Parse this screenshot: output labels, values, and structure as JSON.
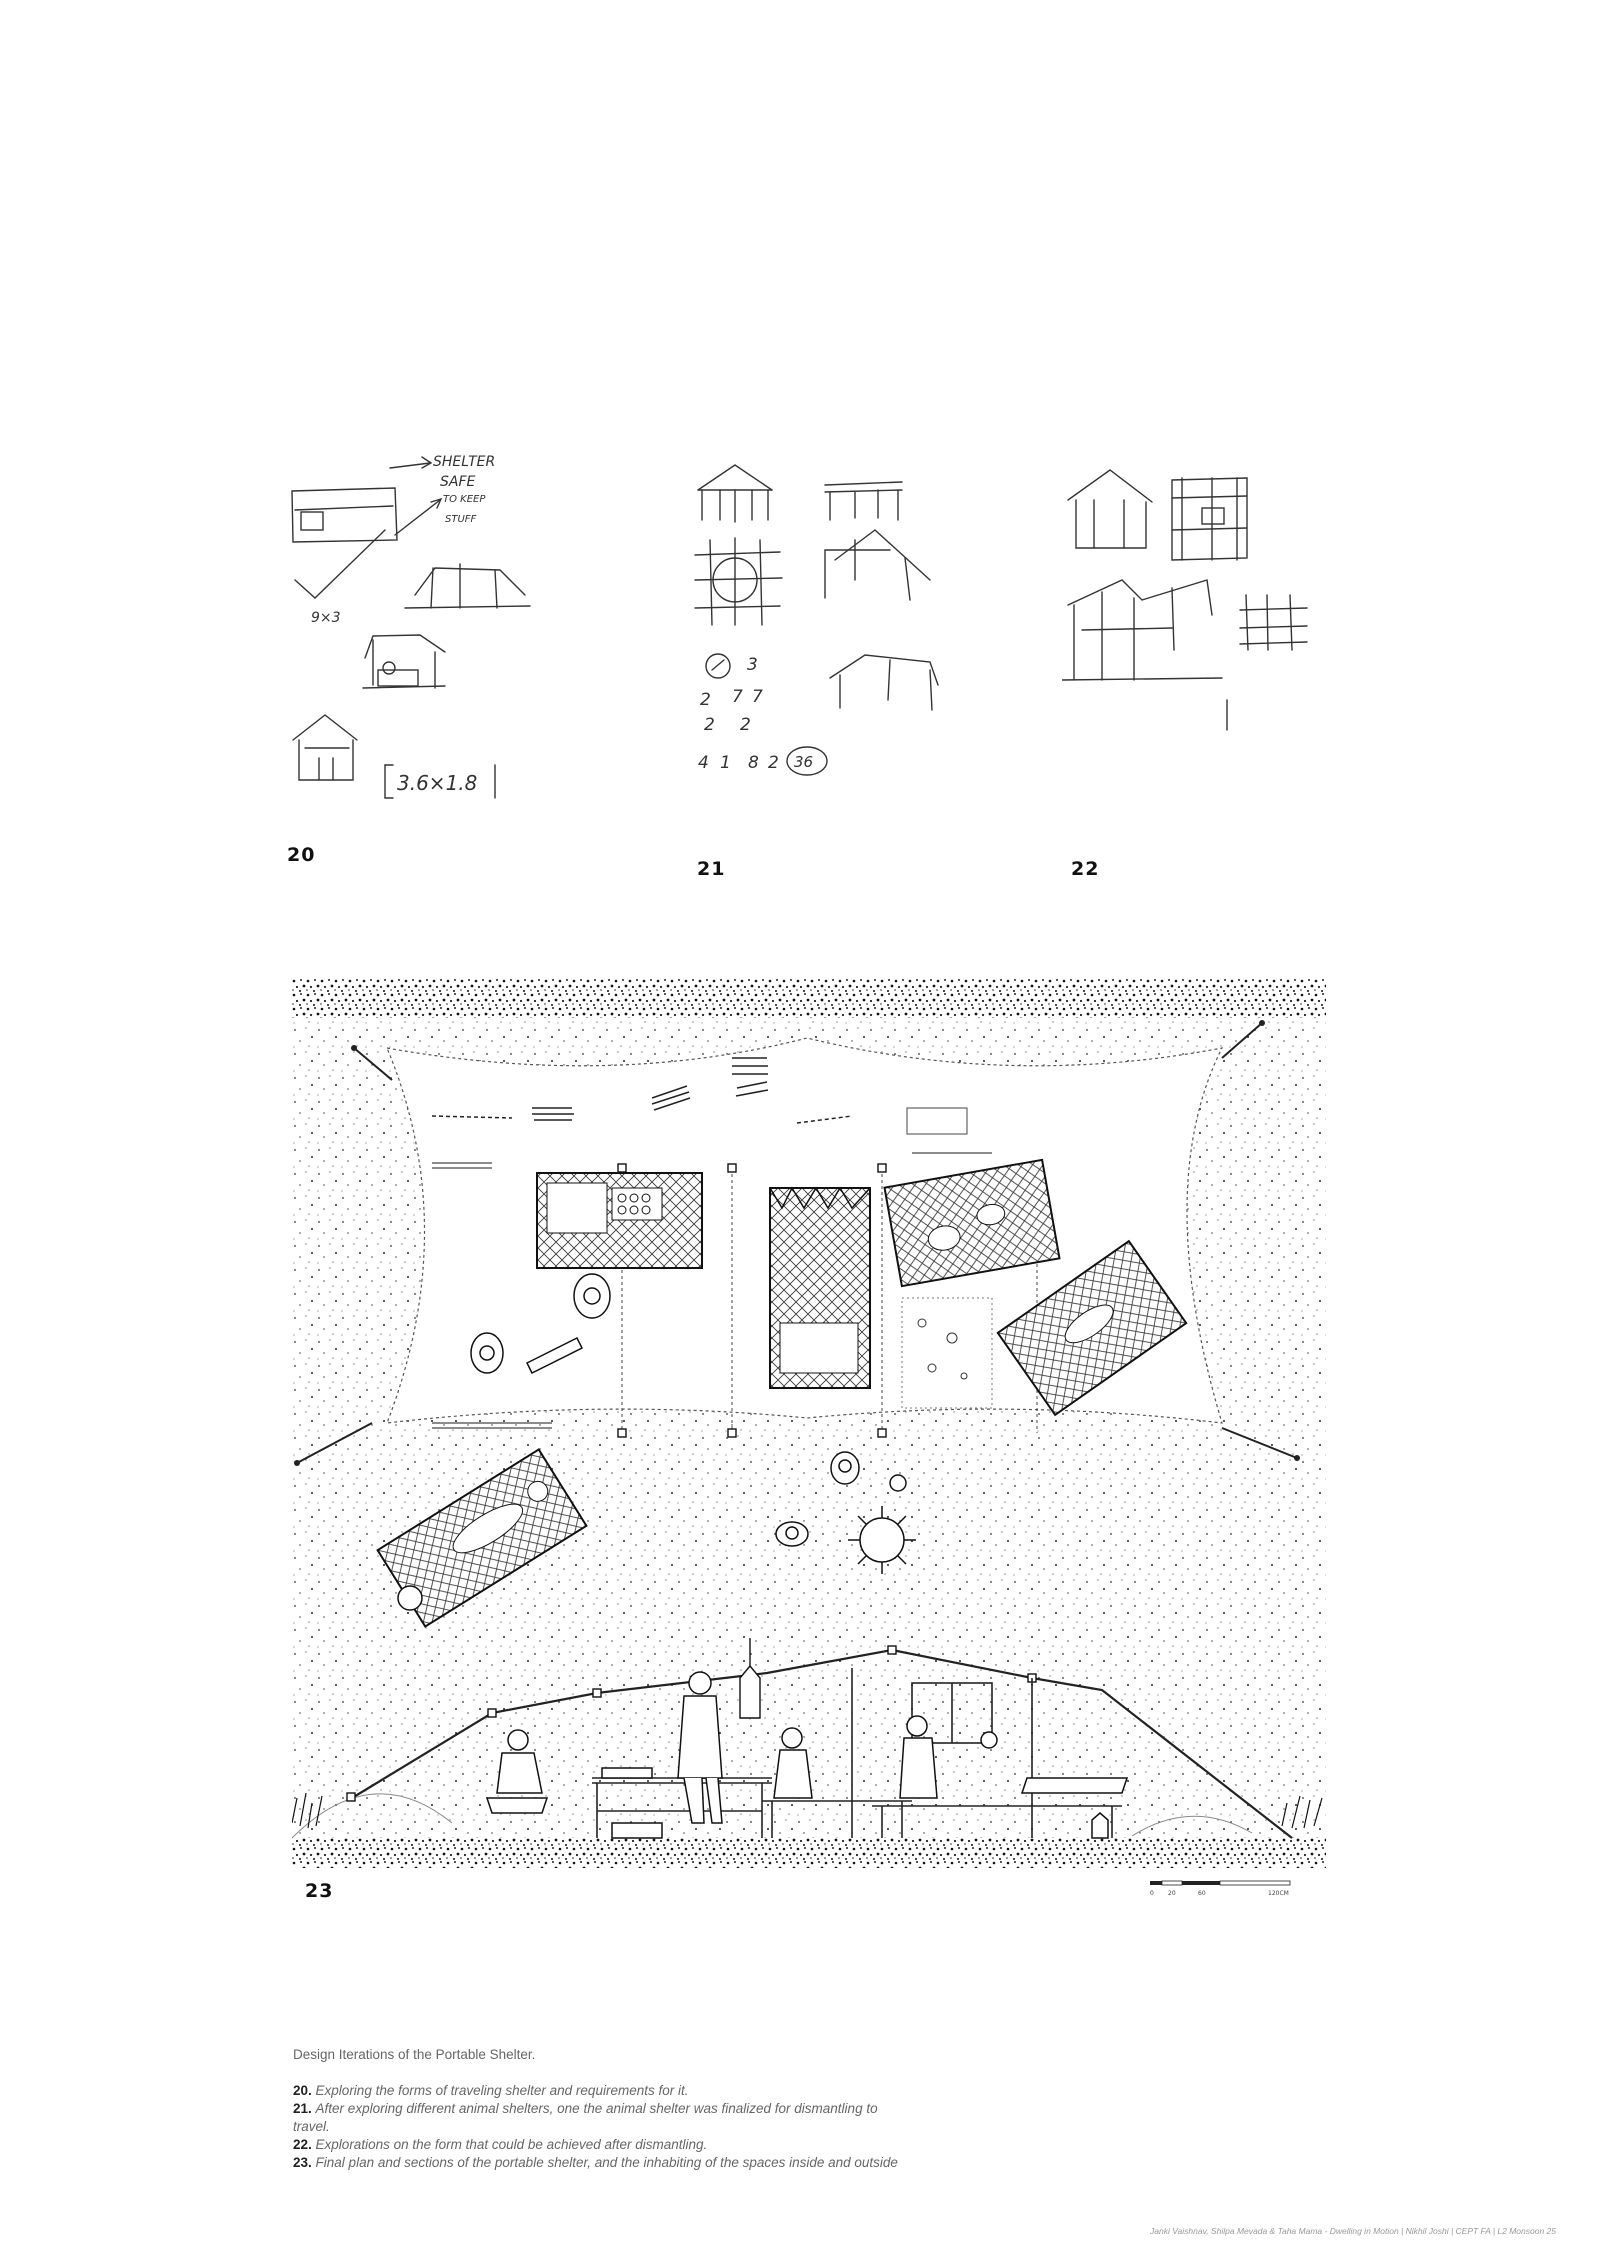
{
  "figures": {
    "fig20": {
      "label": "20",
      "notes": [
        "SHELTER",
        "SAFE",
        "TO KEEP",
        "STUFF",
        "9×3",
        "3.6×1.8"
      ]
    },
    "fig21": {
      "label": "21",
      "notes": [
        "3",
        "2",
        "7",
        "7",
        "2",
        "2",
        "4",
        "1",
        "8",
        "2",
        "36"
      ]
    },
    "fig22": {
      "label": "22"
    },
    "fig23": {
      "label": "23",
      "scale_ticks": [
        "0",
        "20",
        "60",
        "120CM"
      ]
    }
  },
  "caption": {
    "heading": "Design Iterations of the Portable Shelter.",
    "items": [
      {
        "num": "20.",
        "text": "Exploring the forms of traveling shelter and requirements for it."
      },
      {
        "num": "21.",
        "text": "After exploring different animal shelters, one the animal shelter was finalized for dismantling to travel."
      },
      {
        "num": "22.",
        "text": "Explorations on the form that could be achieved after dismantling."
      },
      {
        "num": "23.",
        "text": "Final plan and sections of the portable shelter, and the inhabiting of the spaces inside and outside"
      }
    ]
  },
  "footer": "Janki Vaishnav, Shilpa Mevada & Taha Mama - Dwelling in Motion | Nikhil Joshi | CEPT FA | L2 Monsoon 25"
}
